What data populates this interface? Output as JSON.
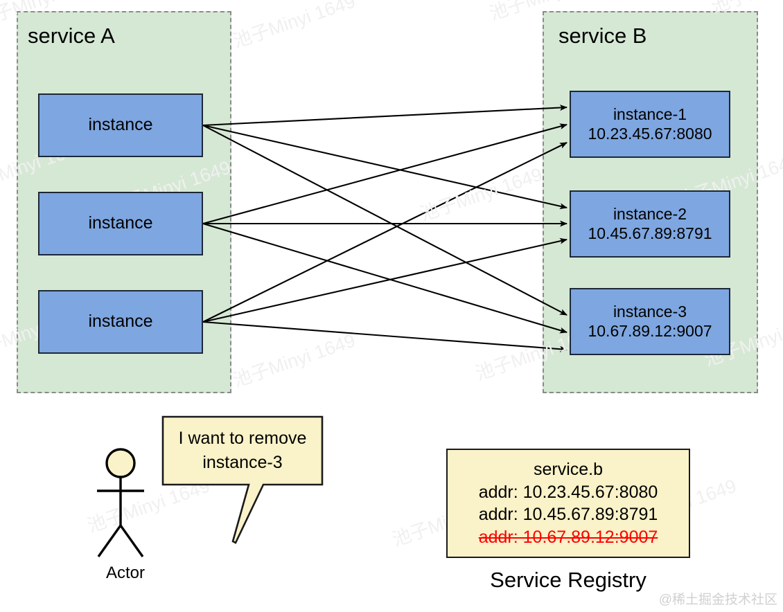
{
  "diagram": {
    "title_service_a": "service A",
    "title_service_b": "service B",
    "service_a_instances": [
      {
        "label": "instance"
      },
      {
        "label": "instance"
      },
      {
        "label": "instance"
      }
    ],
    "service_b_instances": [
      {
        "name": "instance-1",
        "addr": "10.23.45.67:8080"
      },
      {
        "name": "instance-2",
        "addr": "10.45.67.89:8791"
      },
      {
        "name": "instance-3",
        "addr": "10.67.89.12:9007"
      }
    ],
    "actor": {
      "label": "Actor",
      "speech_line1": "I want to remove",
      "speech_line2": "instance-3"
    },
    "registry": {
      "caption": "Service Registry",
      "service_name": "service.b",
      "entries": [
        {
          "text": "addr: 10.23.45.67:8080",
          "removed": false
        },
        {
          "text": "addr: 10.45.67.89:8791",
          "removed": false
        },
        {
          "text": "addr: 10.67.89.12:9007",
          "removed": true
        }
      ]
    },
    "colors": {
      "service_container_fill": "#d5e8d4",
      "service_container_border": "#8a8a8a",
      "instance_fill": "#7ea6e0",
      "instance_border": "#1b2838",
      "note_fill": "#faf2c8",
      "note_border": "#1a1a1a",
      "removed_entry": "#ff0000",
      "arrow": "#000000"
    },
    "watermark": {
      "text": "池子Minyi 1649",
      "credit": "@稀土掘金技术社区"
    }
  }
}
